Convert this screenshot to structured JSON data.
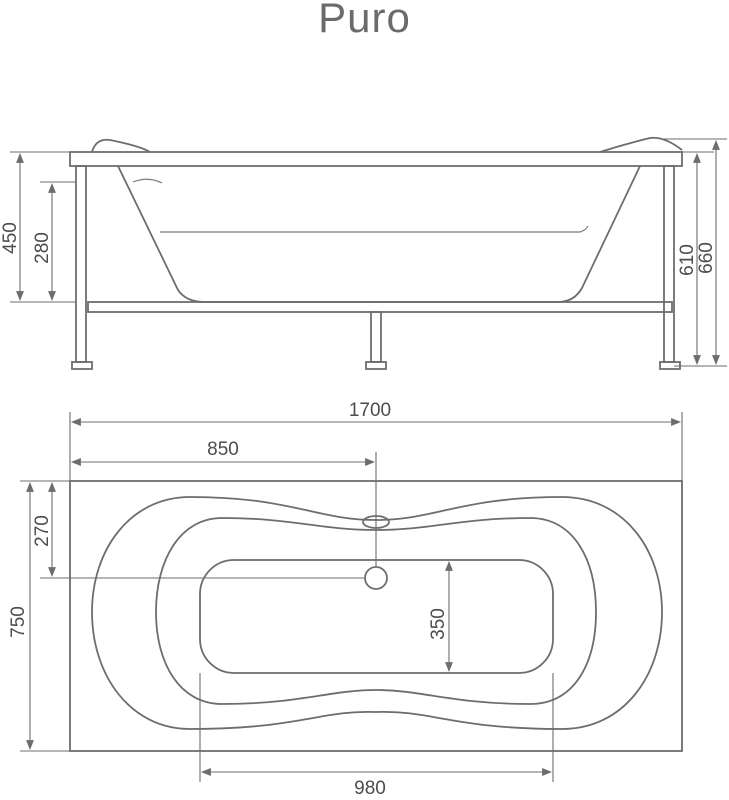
{
  "title": "Puro",
  "dimensions": {
    "front_leg_height": "450",
    "front_inner_depth": "280",
    "front_height_610": "610",
    "front_height_660": "660",
    "top_total_length": "1700",
    "top_drain_offset": "850",
    "top_width": "750",
    "top_drain_from_side": "270",
    "top_inner_width": "350",
    "top_inner_length": "980"
  }
}
